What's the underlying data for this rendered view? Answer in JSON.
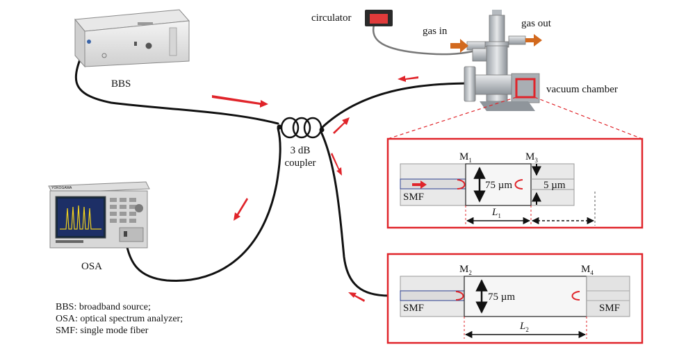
{
  "labels": {
    "bbs": "BBS",
    "coupler_line1": "3 dB",
    "coupler_line2": "coupler",
    "osa": "OSA",
    "circulator": "circulator",
    "gas_in": "gas in",
    "gas_out": "gas out",
    "vacuum_chamber": "vacuum chamber"
  },
  "detail_top": {
    "mirror_left": "M",
    "mirror_left_sub": "1",
    "mirror_right": "M",
    "mirror_right_sub": "3",
    "smf": "SMF",
    "width_label": "75 µm",
    "core_label": "5 µm",
    "length_label": "L",
    "length_sub": "1"
  },
  "detail_bottom": {
    "mirror_left": "M",
    "mirror_left_sub": "2",
    "mirror_right": "M",
    "mirror_right_sub": "4",
    "smf_left": "SMF",
    "smf_right": "SMF",
    "width_label": "75 µm",
    "length_label": "L",
    "length_sub": "2"
  },
  "legend": [
    "BBS: broadband source;",
    "OSA: optical spectrum analyzer;",
    "SMF: single mode fiber"
  ],
  "osa_brand": "YOKOGAWA",
  "colors": {
    "accent_red": "#e0242a",
    "fiber": "#111111",
    "arrow_orange": "#d2691e"
  }
}
